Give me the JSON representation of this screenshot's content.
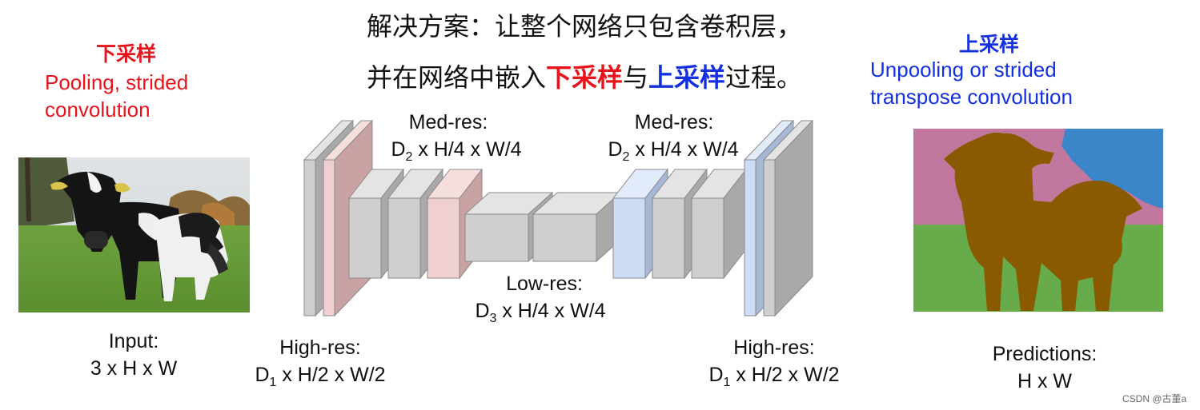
{
  "title": {
    "line1": "解决方案：让整个网络只包含卷积层，",
    "line2_prefix": "并在网络中嵌入",
    "line2_down": "下采样",
    "line2_and": "与",
    "line2_up": "上采样",
    "line2_suffix": "过程。"
  },
  "left": {
    "heading": "下采样",
    "sub1": "Pooling, strided",
    "sub2": "convolution",
    "input_label1": "Input:",
    "input_label2": "3 x H x W"
  },
  "right": {
    "heading": "上采样",
    "sub1": "Unpooling or strided",
    "sub2": "transpose convolution",
    "pred_label1": "Predictions:",
    "pred_label2": "H x W"
  },
  "network": {
    "med_left": {
      "line1": "Med-res:",
      "d": "D",
      "sub": "2",
      "rest": " x H/4 x W/4"
    },
    "med_right": {
      "line1": "Med-res:",
      "d": "D",
      "sub": "2",
      "rest": " x H/4 x W/4"
    },
    "low": {
      "line1": "Low-res:",
      "d": "D",
      "sub": "3",
      "rest": " x H/4 x W/4"
    },
    "high_left": {
      "line1": "High-res:",
      "d": "D",
      "sub": "1",
      "rest": " x H/2 x W/2"
    },
    "high_right": {
      "line1": "High-res:",
      "d": "D",
      "sub": "1",
      "rest": " x H/2 x W/2"
    }
  },
  "colors": {
    "downsample_text": "#e8141b",
    "upsample_text": "#1430e0",
    "gray_block": "#cfcfcf",
    "pink_block": "#efcfcf",
    "blue_block": "#cddcf5",
    "cow_brown": "#8a5a00",
    "seg_pink": "#c2789e",
    "seg_blue": "#3b86c8",
    "seg_green": "#67ab4b"
  },
  "watermark": "CSDN @古董a"
}
